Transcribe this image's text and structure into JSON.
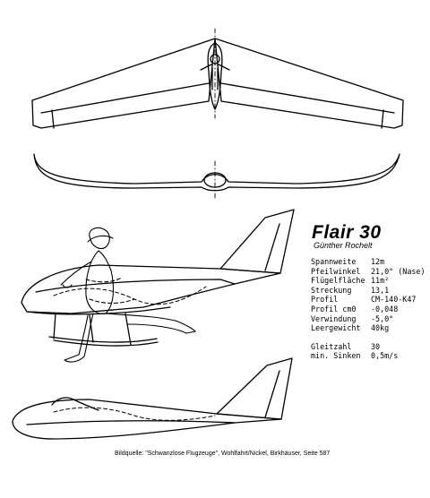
{
  "title": "Flair 30",
  "author": "Günther Rochelt",
  "specs": [
    {
      "label": "Spannweite",
      "value": "12m"
    },
    {
      "label": "Pfeilwinkel",
      "value": "21,0° (Nase)"
    },
    {
      "label": "Flügelfläche",
      "value": "11m²"
    },
    {
      "label": "Streckung",
      "value": "13,1"
    },
    {
      "label": "Profil",
      "value": "CM-140-K47"
    },
    {
      "label": "Profil cm0",
      "value": "-0,048"
    },
    {
      "label": "Verwindung",
      "value": "-5,0°"
    },
    {
      "label": "Leergewicht",
      "value": "40kg"
    }
  ],
  "performance": [
    {
      "label": "Gleitzahl",
      "value": "30"
    },
    {
      "label": "min. Sinken",
      "value": "0,5m/s"
    }
  ],
  "caption": "Bildquelle: \"Schwanzlose Flugzeuge\", Wohlfahrt/Nickel, Birkhäuser, Seite 587"
}
